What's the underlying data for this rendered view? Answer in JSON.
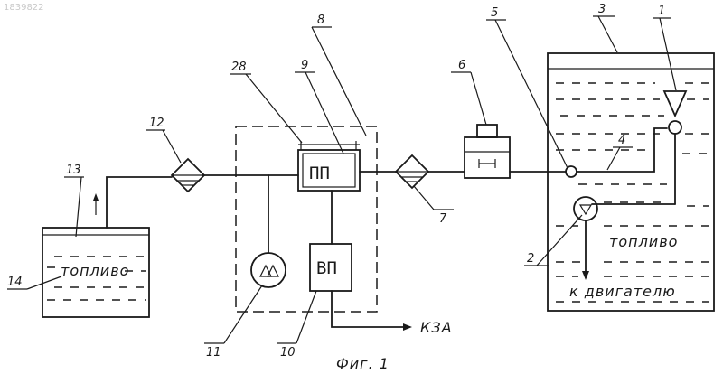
{
  "watermark": "1839822",
  "figure_caption": "Фиг. 1",
  "callouts": [
    "1",
    "2",
    "3",
    "4",
    "5",
    "6",
    "7",
    "8",
    "9",
    "10",
    "11",
    "12",
    "13",
    "14",
    "28"
  ],
  "labels": {
    "fuel_left": "топливо",
    "fuel_right": "топливо",
    "to_engine": "к двигателю",
    "kza": "КЗА",
    "block_9": "ПП",
    "block_10": "ВП"
  }
}
